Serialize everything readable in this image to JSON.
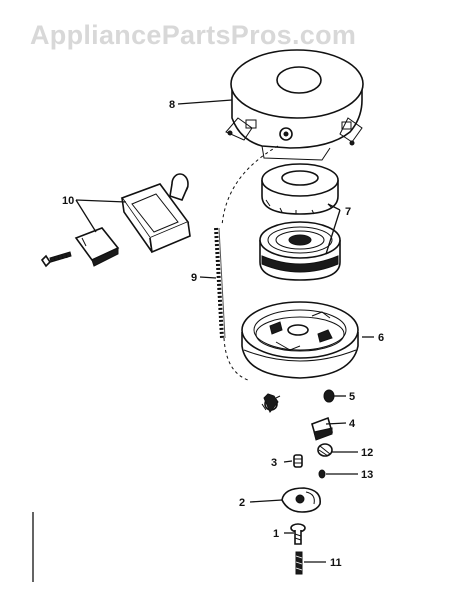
{
  "watermark": "AppliancePartsPros.com",
  "callouts": {
    "c8": "8",
    "c10": "10",
    "c7": "7",
    "c9": "9",
    "c6": "6",
    "c5": "5",
    "c4": "4",
    "c12": "12",
    "c3": "3",
    "c13": "13",
    "c2": "2",
    "c1": "1",
    "c11": "11"
  },
  "colors": {
    "ink": "#111111",
    "watermark": "#d8d8d8",
    "background": "#ffffff"
  }
}
